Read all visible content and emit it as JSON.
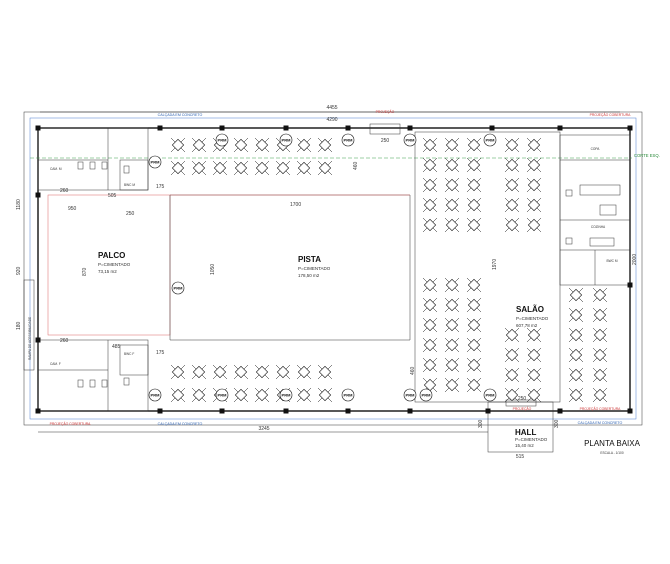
{
  "rooms": {
    "palco": {
      "name": "PALCO",
      "floor": "P=CIMENTADO",
      "area": "73,15 m2"
    },
    "pista": {
      "name": "PISTA",
      "floor": "P=CIMENTADO",
      "area": "178,50 m2"
    },
    "salao": {
      "name": "SALÃO",
      "floor": "P=CIMENTADO",
      "area": "607,78 m2"
    },
    "hall": {
      "name": "HALL",
      "floor": "P=CIMENTADO",
      "area": "15,40 m2"
    },
    "banho_top": "BWC M",
    "banho_bot": "BWC F",
    "cam_top": "CAM. M",
    "cam_bot": "CAM. F",
    "cozinha": "COZINHA",
    "bwc_k": "BWC M",
    "copa": "COPA"
  },
  "title": {
    "main": "PLANTA BAIXA",
    "scale": "ESCALA - 1/100"
  },
  "labels": {
    "calcada_top": "CALÇADA EM CONCRETO",
    "calcada_bot": "CALÇADA EM CONCRETO",
    "calcada_right": "CALÇADA EM CONCRETO",
    "projecao_top": "PROJEÇÃO COBERTURA",
    "projecao_bot": "PROJEÇÃO COBERTURA",
    "projecao_bot_right": "PROJEÇÃO COBERTURA",
    "corte": "CORTE ESQ.",
    "rampa": "RAMPA DE ACESSIBILIDADE",
    "projecao_small_top": "PROJEÇÃO",
    "projecao_small_bot": "PROJEÇÃO",
    "prm": "PRM"
  },
  "dimensions": {
    "overall_top": "4455",
    "inner_top": "4290",
    "bottom": "3245",
    "door_top": "250",
    "door_bot": "250",
    "pista_w": "1700",
    "pista_h": "1050",
    "salao_h": "1970",
    "palco_w": "950",
    "palco_h": "870",
    "left_total": "1180",
    "d175a": "175",
    "d175b": "175",
    "d460a": "460",
    "d460b": "460",
    "d250": "250",
    "d260a": "260",
    "d260b": "260",
    "d485": "485",
    "d505": "505",
    "d515": "515",
    "d2000": "2000",
    "d300a": "300",
    "d300b": "300",
    "d180": "180",
    "d920": "920"
  },
  "colors": {
    "accent_pink": "#d66666",
    "accent_blue": "#4a7fd0",
    "accent_green": "#3aa04a"
  }
}
